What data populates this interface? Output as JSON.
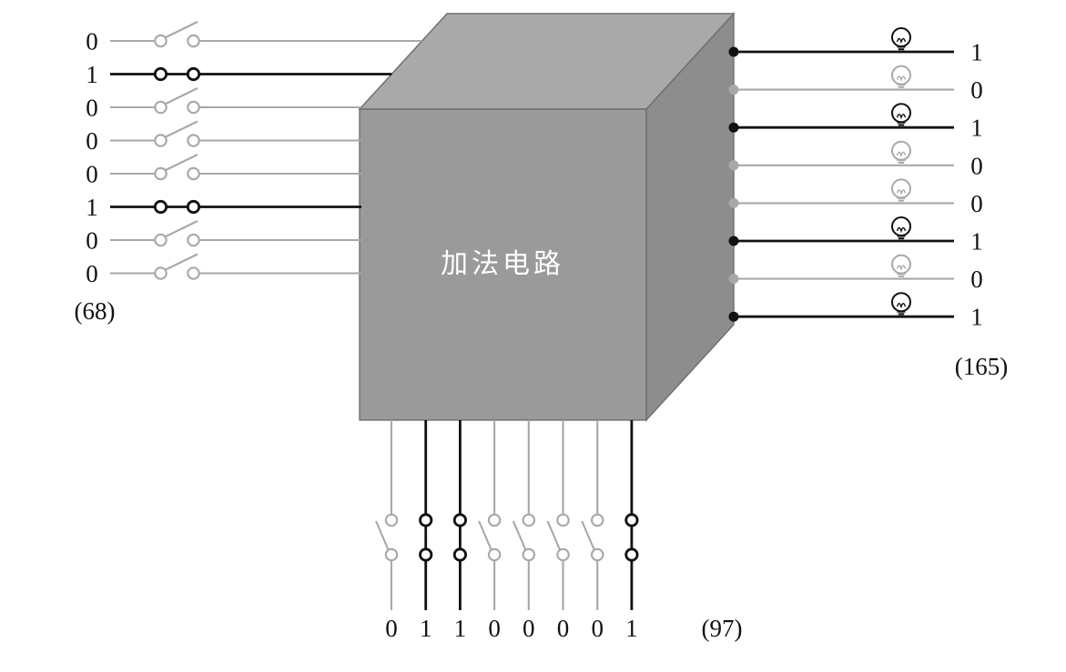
{
  "diagram": {
    "box_label": "加法电路",
    "left_inputs": {
      "bits": [
        "0",
        "1",
        "0",
        "0",
        "0",
        "1",
        "0",
        "0"
      ],
      "decimal_label": "(68)"
    },
    "bottom_inputs": {
      "bits": [
        "0",
        "1",
        "1",
        "0",
        "0",
        "0",
        "0",
        "1"
      ],
      "decimal_label": "(97)"
    },
    "right_outputs": {
      "bits": [
        "1",
        "0",
        "1",
        "0",
        "0",
        "1",
        "0",
        "1"
      ],
      "decimal_label": "(165)"
    },
    "colors": {
      "active": "#111111",
      "inactive": "#a8a8a8",
      "box_front": "#9a9a9a",
      "box_top": "#a9a9a9",
      "box_right": "#8d8d8d",
      "box_edge": "#6e6e6e",
      "label_text": "#ffffff",
      "bit_text": "#111111"
    }
  }
}
